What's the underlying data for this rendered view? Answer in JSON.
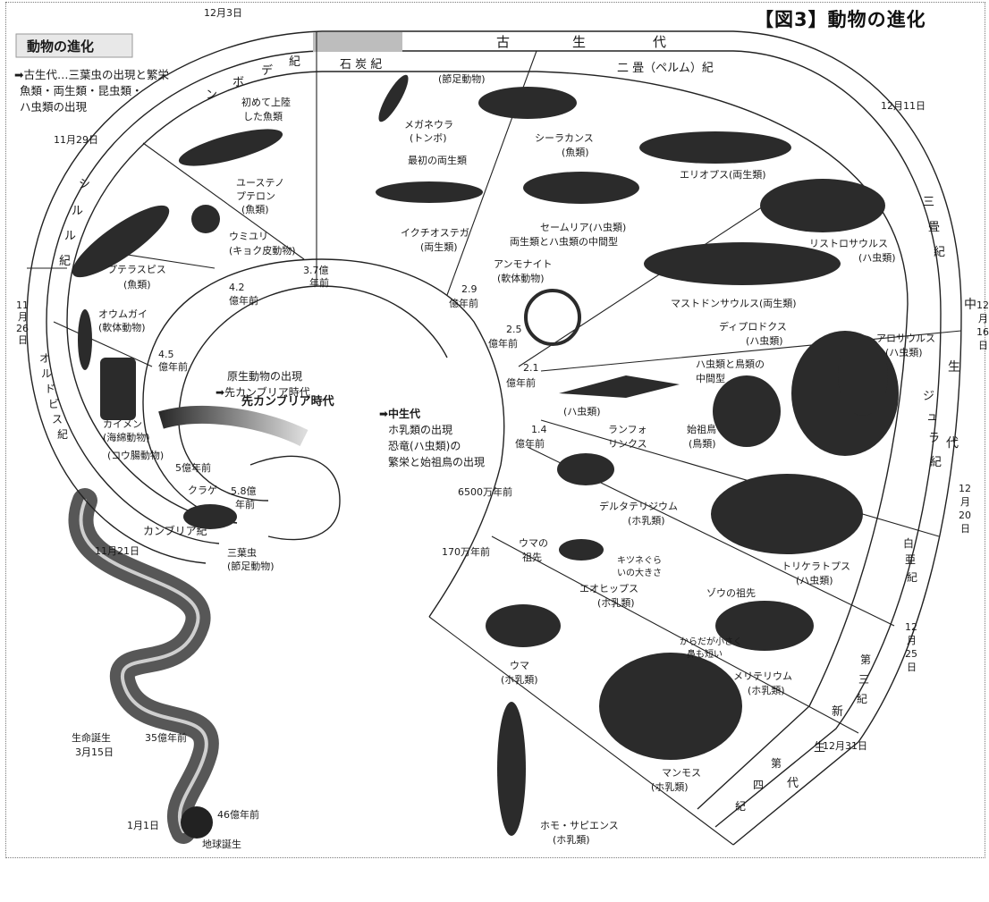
{
  "title": "【図3】動物の進化",
  "header": {
    "badge": "動物の進化",
    "note_lines": [
      "➡古生代…三葉虫の出現と繁栄",
      "魚類・両生類・昆虫類・",
      "ハ虫類の出現"
    ]
  },
  "eras": {
    "paleozoic": [
      "古",
      "生",
      "代"
    ],
    "mesozoic": [
      "中",
      "生",
      "代"
    ],
    "cenozoic": [
      "新",
      "生",
      "代"
    ]
  },
  "periods": {
    "carboniferous": "石 炭 紀",
    "permian": "二 畳（ペルム）紀",
    "devonian": [
      "デ",
      "ボ",
      "ン",
      "紀"
    ],
    "silurian": [
      "シ",
      "ル",
      "ル",
      "紀"
    ],
    "ordovician": [
      "オ",
      "ル",
      "ド",
      "ビ",
      "ス",
      "紀"
    ],
    "cambrian": "カンブリア紀",
    "triassic": [
      "三",
      "畳",
      "紀"
    ],
    "jurassic": [
      "ジ",
      "ュ",
      "ラ",
      "紀"
    ],
    "cretaceous": [
      "白",
      "亜",
      "紀"
    ],
    "tertiary": [
      "第",
      "三",
      "紀"
    ],
    "quaternary": [
      "第",
      "四",
      "紀"
    ],
    "precambrian": "先カンブリア時代"
  },
  "dates": {
    "dec3": "12月3日",
    "nov29": "11月29日",
    "nov26": [
      "11",
      "月",
      "26",
      "日"
    ],
    "nov21": "11月21日",
    "dec11": "12月11日",
    "dec16": [
      "12",
      "月",
      "16",
      "日"
    ],
    "dec20": [
      "12",
      "月",
      "20",
      "日"
    ],
    "dec25": [
      "12",
      "月",
      "25",
      "日"
    ],
    "dec31": "12月31日",
    "mar15": [
      "生命誕生",
      "3月15日"
    ],
    "jan1": "1月1日"
  },
  "ages": {
    "a46": "46億年前",
    "a35": "35億年前",
    "a58": [
      "5.8億",
      "年前"
    ],
    "a5": "5億年前",
    "a45": [
      "4.5",
      "億年前"
    ],
    "a42": [
      "4.2",
      "億年前"
    ],
    "a37": [
      "3.7億",
      "年前"
    ],
    "a29": [
      "2.9",
      "億年前"
    ],
    "a25": [
      "2.5",
      "億年前"
    ],
    "a21": [
      "2.1",
      "億年前"
    ],
    "a14": [
      "1.4",
      "億年前"
    ],
    "a65m": "6500万年前",
    "a170m": "170万年前"
  },
  "centre": {
    "protozoa": "原生動物の出現",
    "precambrian": "➡先カンブリア時代",
    "mesozoic_lines": [
      "➡中生代",
      "ホ乳類の出現",
      "恐竜(ハ虫類)の",
      "繁栄と始祖鳥の出現"
    ]
  },
  "animals": [
    {
      "id": "trilobite",
      "lines": [
        "三葉虫",
        "(節足動物)"
      ]
    },
    {
      "id": "coral",
      "lines": [
        "(コウ腸動物)"
      ]
    },
    {
      "id": "jellyfish",
      "lines": [
        "クラゲ"
      ]
    },
    {
      "id": "sponge",
      "lines": [
        "カイメン",
        "(海綿動物)"
      ]
    },
    {
      "id": "nautiloid",
      "lines": [
        "オウムガイ",
        "(軟体動物)"
      ]
    },
    {
      "id": "pteraspis",
      "lines": [
        "プテラスピス",
        "(魚類)"
      ]
    },
    {
      "id": "crinoid",
      "lines": [
        "ウミユリ",
        "(キョク皮動物)"
      ]
    },
    {
      "id": "eusthenopteron",
      "lines": [
        "ユーステノ",
        "プテロン",
        "(魚類)"
      ]
    },
    {
      "id": "first_land_fish",
      "lines": [
        "初めて上陸",
        "した魚類"
      ]
    },
    {
      "id": "meganeura",
      "lines": [
        "メガネウラ",
        "(トンボ)"
      ]
    },
    {
      "id": "arthropod",
      "lines": [
        "(節足動物)"
      ]
    },
    {
      "id": "first_amphibian",
      "lines": [
        "最初の両生類"
      ]
    },
    {
      "id": "ichthyostega",
      "lines": [
        "イクチオステガ",
        "(両生類)"
      ]
    },
    {
      "id": "coelacanth",
      "lines": [
        "シーラカンス",
        "(魚類)"
      ]
    },
    {
      "id": "eryops",
      "lines": [
        "エリオプス(両生類)"
      ]
    },
    {
      "id": "seymouria",
      "lines": [
        "セームリア(ハ虫類)",
        "両生類とハ虫類の中間型"
      ]
    },
    {
      "id": "ammonite",
      "lines": [
        "アンモナイト",
        "(軟体動物)"
      ]
    },
    {
      "id": "lystrosaurus",
      "lines": [
        "リストロサウルス",
        "(ハ虫類)"
      ]
    },
    {
      "id": "mastodonsaurus",
      "lines": [
        "マストドンサウルス(両生類)"
      ]
    },
    {
      "id": "diplodocus",
      "lines": [
        "ディプロドクス",
        "(ハ虫類)"
      ]
    },
    {
      "id": "allosaurus",
      "lines": [
        "アロサウルス",
        "(ハ虫類)"
      ]
    },
    {
      "id": "pterosaur",
      "lines": [
        "(ハ虫類)"
      ]
    },
    {
      "id": "rhamphorhynchus",
      "lines": [
        "ランフォ",
        "リンクス"
      ]
    },
    {
      "id": "intermediate",
      "lines": [
        "ハ虫類と鳥類の",
        "中間型"
      ]
    },
    {
      "id": "archaeopteryx",
      "lines": [
        "始祖鳥",
        "(鳥類)"
      ]
    },
    {
      "id": "deltatheridium",
      "lines": [
        "デルタテリジウム",
        "(ホ乳類)"
      ]
    },
    {
      "id": "triceratops",
      "lines": [
        "トリケラトプス",
        "(ハ虫類)"
      ]
    },
    {
      "id": "horse_ancestor",
      "lines": [
        "ウマの",
        "祖先"
      ]
    },
    {
      "id": "fox_size",
      "lines": [
        "キツネぐら",
        "いの大きさ"
      ]
    },
    {
      "id": "eohippus",
      "lines": [
        "エオヒップス",
        "(ホ乳類)"
      ]
    },
    {
      "id": "elephant_ancestor",
      "lines": [
        "ゾウの祖先"
      ]
    },
    {
      "id": "small_body",
      "lines": [
        "からだが小さく",
        "鼻も短い"
      ]
    },
    {
      "id": "moeritherium",
      "lines": [
        "メリテリウム",
        "(ホ乳類)"
      ]
    },
    {
      "id": "horse",
      "lines": [
        "ウマ",
        "(ホ乳類)"
      ]
    },
    {
      "id": "mammoth",
      "lines": [
        "マンモス",
        "(ホ乳類)"
      ]
    },
    {
      "id": "homo_sapiens",
      "lines": [
        "ホモ・サピエンス",
        "(ホ乳類)"
      ]
    },
    {
      "id": "earth_birth",
      "lines": [
        "地球誕生"
      ]
    }
  ],
  "colors": {
    "ink": "#1a1a1a",
    "paper": "#ffffff",
    "shade": "#555555"
  }
}
